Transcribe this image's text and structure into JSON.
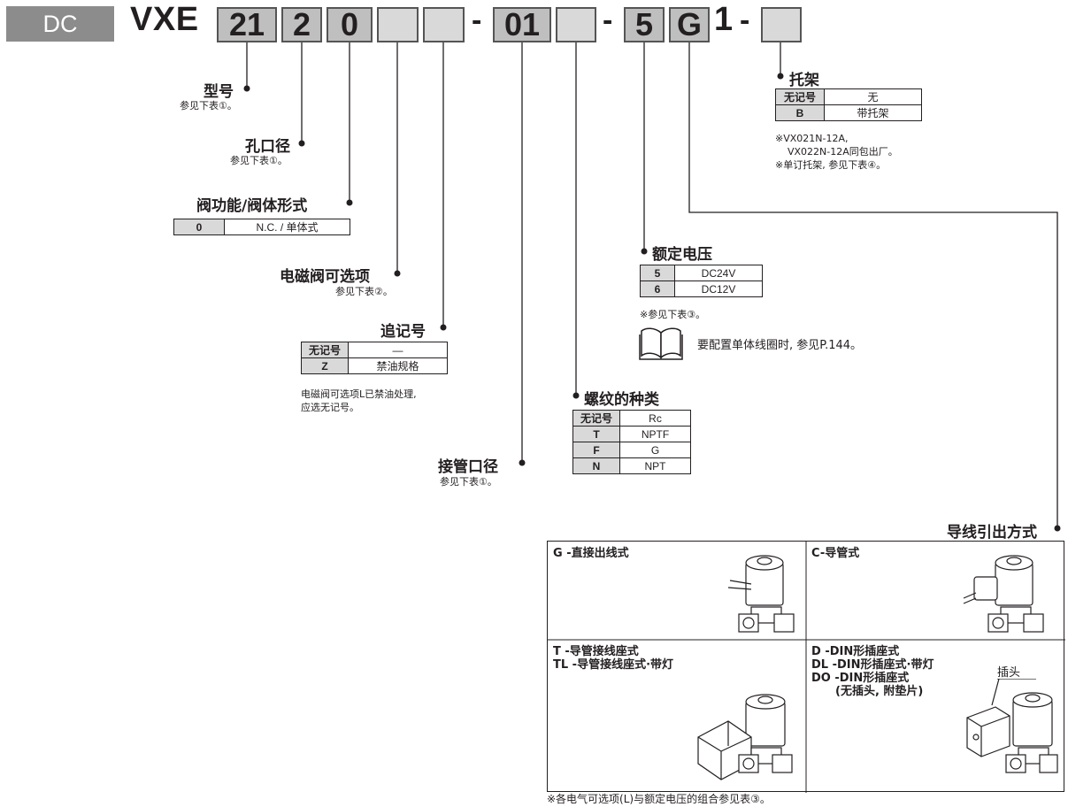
{
  "header": {
    "series": "DC",
    "model_prefix": "VXE",
    "codes": {
      "body_size": "21",
      "orifice": "2",
      "valve_function": "0",
      "solenoid_option": "",
      "suffix": "",
      "sep1": "-",
      "port": "01",
      "thread": "",
      "sep2": "-",
      "voltage": "5",
      "lead_wire": "G",
      "fixed_1": "1",
      "sep3": "-",
      "bracket": ""
    }
  },
  "model": {
    "label": "型号",
    "sub": "参见下表①。"
  },
  "orifice": {
    "label": "孔口径",
    "sub": "参见下表①。"
  },
  "valve_function": {
    "label": "阀功能/阀体形式",
    "rows": [
      {
        "code": "0",
        "desc": "N.C. / 单体式"
      }
    ]
  },
  "solenoid_option": {
    "label": "电磁阀可选项",
    "sub": "参见下表②。"
  },
  "suffix": {
    "label": "追记号",
    "rows": [
      {
        "code": "无记号",
        "desc": "—"
      },
      {
        "code": "Z",
        "desc": "禁油规格"
      }
    ],
    "note_1": "电磁阀可选项L已禁油处理,",
    "note_2": "应选无记号。"
  },
  "port_size": {
    "label": "接管口径",
    "sub": "参见下表①。"
  },
  "thread": {
    "label": "螺纹的种类",
    "rows": [
      {
        "code": "无记号",
        "desc": "Rc"
      },
      {
        "code": "T",
        "desc": "NPTF"
      },
      {
        "code": "F",
        "desc": "G"
      },
      {
        "code": "N",
        "desc": "NPT"
      }
    ]
  },
  "voltage": {
    "label": "额定电压",
    "rows": [
      {
        "code": "5",
        "desc": "DC24V"
      },
      {
        "code": "6",
        "desc": "DC12V"
      }
    ],
    "note": "※参见下表③。",
    "book_note": "要配置单体线圈时, 参见P.144。"
  },
  "bracket": {
    "label": "托架",
    "rows": [
      {
        "code": "无记号",
        "desc": "无"
      },
      {
        "code": "B",
        "desc": "带托架"
      }
    ],
    "note_1": "※VX021N-12A,",
    "note_2": "VX022N-12A同包出厂。",
    "note_3": "※单订托架, 参见下表④。"
  },
  "lead_wire": {
    "label": "导线引出方式",
    "cells": {
      "g": {
        "line1": "G  -直接出线式"
      },
      "c": {
        "line1": "C-导管式"
      },
      "t": {
        "line1": "T   -导管接线座式",
        "line2": "TL -导管接线座式·带灯"
      },
      "d": {
        "line1": "D   -DIN形插座式",
        "line2": "DL -DIN形插座式·带灯",
        "line3": "DO -DIN形插座式",
        "line4": "(无插头, 附垫片)",
        "plug": "插头"
      }
    },
    "footnote": "※各电气可选项(L)与额定电压的组合参见表③。"
  },
  "colors": {
    "gray_box": "#8c8c8c",
    "code_fill": "#d9d9d9",
    "text": "#231f20"
  }
}
